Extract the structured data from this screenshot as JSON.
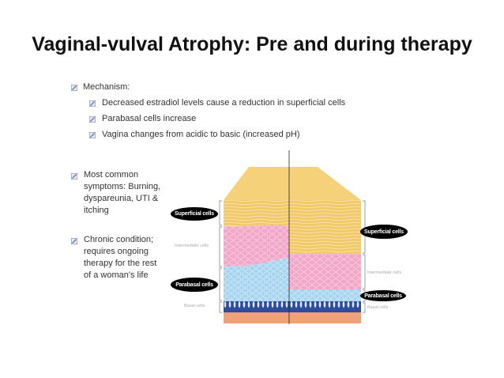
{
  "slide": {
    "title": "Vaginal-vulval Atrophy: Pre and during therapy",
    "bullets": {
      "mechanism": "Mechanism:",
      "sub1": "Decreased estradiol levels cause a reduction in superficial cells",
      "sub2": "Parabasal cells increase",
      "sub3": "Vagina changes from acidic to basic  (increased pH)",
      "symptoms": [
        "Most common",
        "symptoms: Burning,",
        "dyspareunia, UTI &",
        "itching"
      ],
      "chronic": [
        "Chronic condition;",
        "requires ongoing",
        "therapy for the rest",
        "of a woman's life"
      ]
    },
    "diagram": {
      "left": {
        "superficial": "Superficial cells",
        "intermediate": "Intermediate cells",
        "parabasal": "Parabasal cells",
        "basal": "Basal cells"
      },
      "right": {
        "superficial": "Superficial cells",
        "intermediate": "Intermediate cells",
        "parabasal": "Parabasal cells",
        "basal": "Basal cells"
      }
    },
    "colors": {
      "bullet": "#6a7ab0",
      "superficial": "#f3cf6a",
      "intermediate": "#f2a6c8",
      "parabasal": "#a6d4ef",
      "basal": "#2f4d9a",
      "connective": "#f1a17a"
    }
  }
}
